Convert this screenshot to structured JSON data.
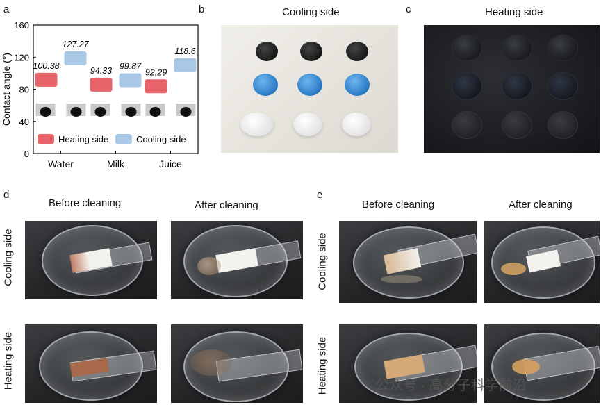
{
  "panels": {
    "a": "a",
    "b": "b",
    "c": "c",
    "d": "d",
    "e": "e"
  },
  "chart_data": {
    "type": "bar",
    "categories": [
      "Water",
      "Milk",
      "Juice"
    ],
    "ylabel": "Contact angle (°)",
    "xlabel": "",
    "ylim": [
      0,
      160
    ],
    "yticks": [
      "0",
      "40",
      "80",
      "120",
      "160"
    ],
    "series": [
      {
        "name": "Heating side",
        "color": "#e8636a",
        "values": [
          100.38,
          94.33,
          92.29
        ],
        "labels": [
          "100.38",
          "94.33",
          "92.29"
        ]
      },
      {
        "name": "Cooling side",
        "color": "#a9c8e6",
        "values": [
          127.27,
          99.87,
          118.6
        ],
        "labels": [
          "127.27",
          "99.87",
          "118.6"
        ]
      }
    ],
    "legend_position": "bottom"
  },
  "photos": {
    "b_title": "Cooling side",
    "c_title": "Heating side",
    "d_before": "Before cleaning",
    "d_after": "After cleaning",
    "e_before": "Before cleaning",
    "e_after": "After cleaning",
    "row_cooling": "Cooling side",
    "row_heating": "Heating side"
  },
  "watermark": "公众号 · 高分子科学前沿"
}
